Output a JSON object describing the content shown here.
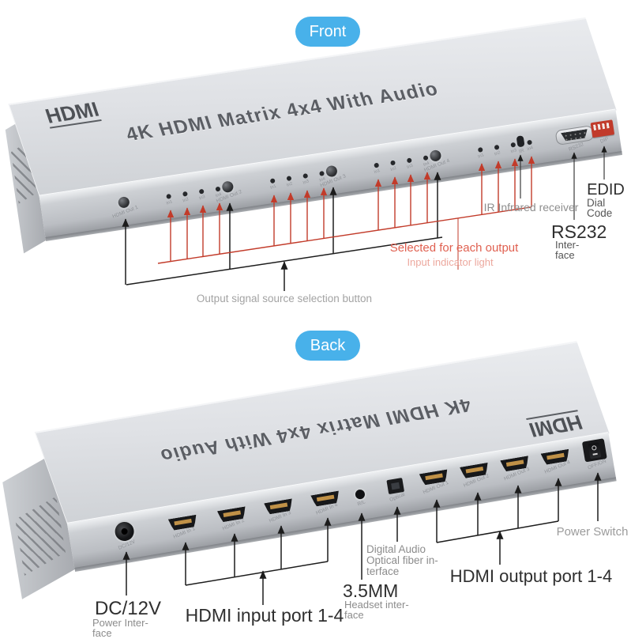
{
  "front": {
    "badge": "Front",
    "device": {
      "brand": "HDMI",
      "title": "4K HDMI Matrix 4x4 With Audio",
      "outputs": [
        {
          "label": "HDMI Out 1",
          "leds": [
            "In1",
            "In2",
            "In3",
            "In4"
          ]
        },
        {
          "label": "HDMI Out 2",
          "leds": [
            "In1",
            "In2",
            "In3",
            "In4"
          ]
        },
        {
          "label": "HDMI Out 3",
          "leds": [
            "In1",
            "In2",
            "In3",
            "In4"
          ]
        },
        {
          "label": "HDMI Out 4",
          "leds": [
            "In1",
            "In2",
            "In3",
            "In4"
          ]
        }
      ],
      "ir_label": "IR",
      "rs232_label": "RS232",
      "dip_label": "DIP"
    },
    "annotations": {
      "selected_output": "Selected for each output",
      "input_indicator": "Input indicator light",
      "output_select": "Output signal source selection button",
      "ir_receiver": "IR Infrared receiver",
      "rs232_title": "RS232",
      "rs232_sub": "Inter-\nface",
      "edid_title": "EDID",
      "edid_sub": "Dial\nCode"
    }
  },
  "back": {
    "badge": "Back",
    "device": {
      "brand": "HDMI",
      "title": "4K HDMI Matrix 4x4 With Audio",
      "ports": {
        "dc": "DC/12V",
        "inputs": [
          "HDMI In 1",
          "HDMI In 2",
          "HDMI In 3",
          "HDMI In 4"
        ],
        "rl": "R/L",
        "optical": "Optical",
        "outputs": [
          "HDMI Out 1",
          "HDMI Out 2",
          "HDMI Out 3",
          "HDMI Out 4"
        ],
        "switch": "OFF/ON"
      }
    },
    "annotations": {
      "dc_title": "DC/12V",
      "dc_sub": "Power Inter-\nface",
      "inputs_label": "HDMI input port 1-4",
      "headset_title": "3.5MM",
      "headset_sub": "Headset inter-\nface",
      "optical_label": "Digital Audio\nOptical fiber in-\nterface",
      "outputs_label": "HDMI output port 1-4",
      "power_switch": "Power Switch"
    }
  },
  "colors": {
    "badge_blue": "#48b1ea",
    "arrow_red": "#c23b2a",
    "red_text": "#e06050",
    "red_text_light": "#eca89e",
    "annotation_dark": "#2f2f2f",
    "annotation_gray": "#8c8c8c",
    "dip_red": "#c13a2a",
    "chassis_silver": "#d7d9dd"
  }
}
